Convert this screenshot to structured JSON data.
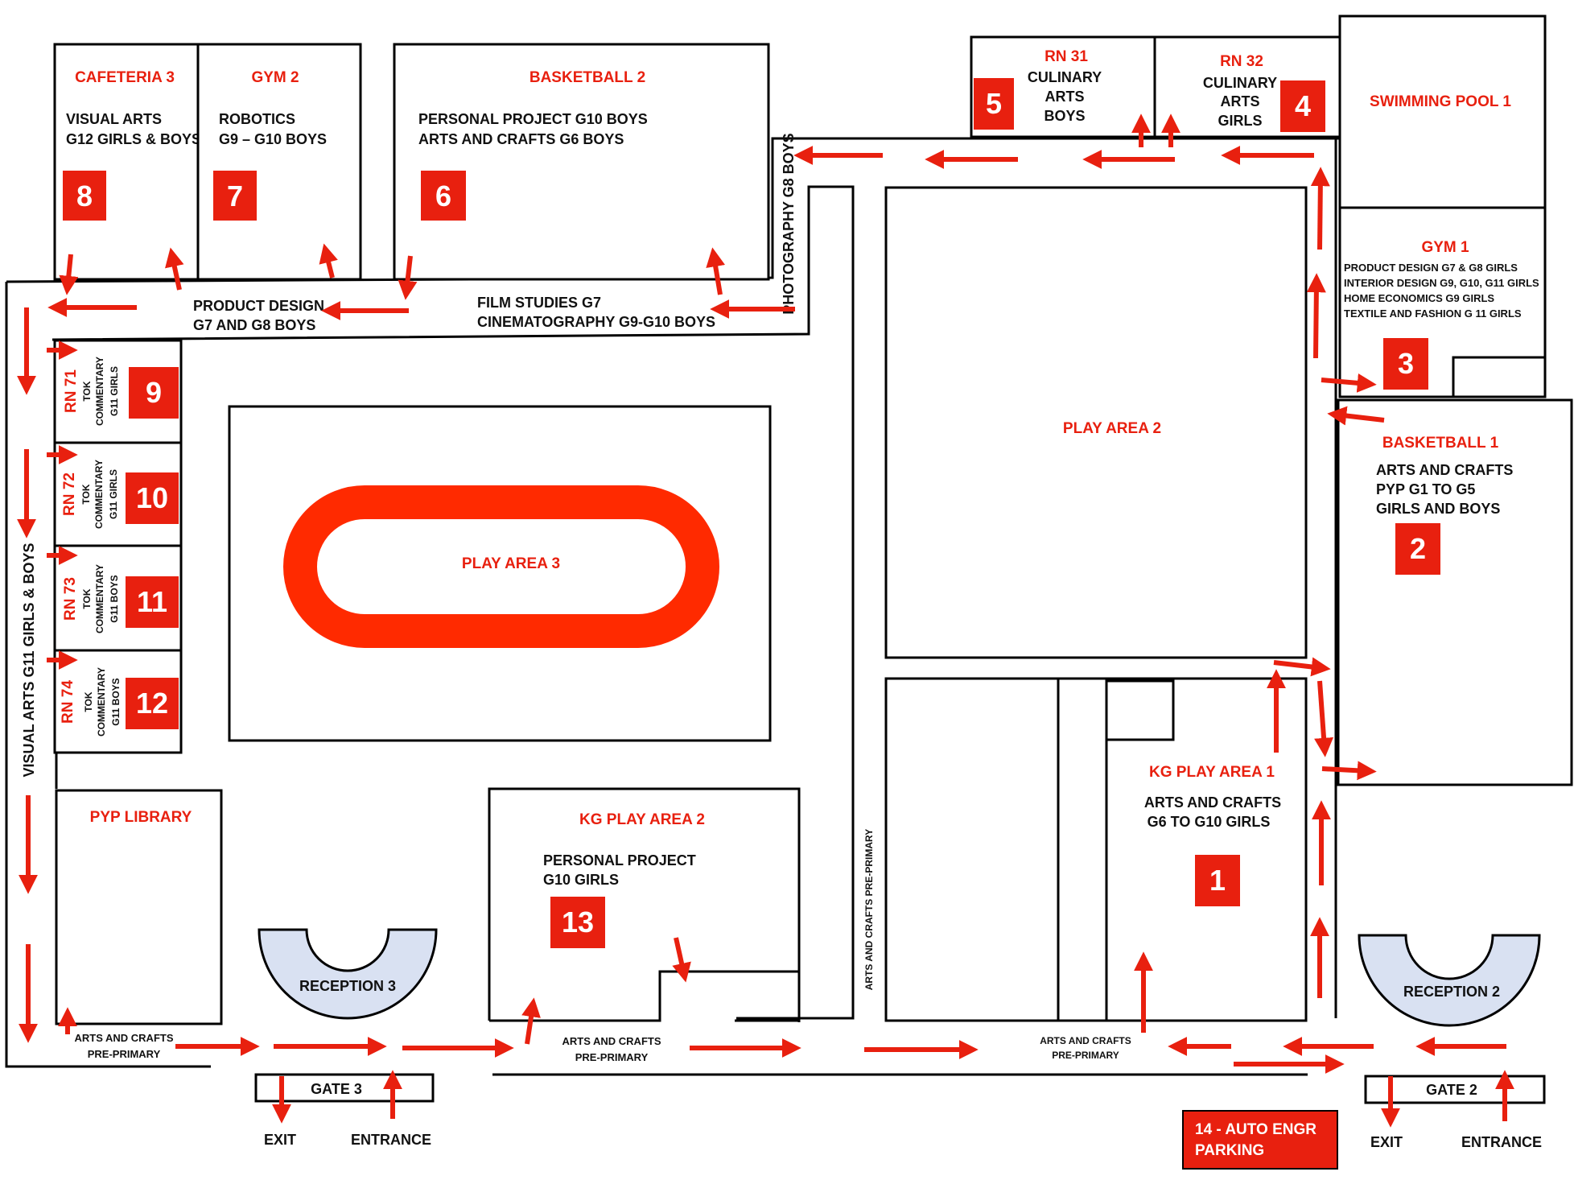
{
  "colors": {
    "accent": "#e8200f",
    "reception": "#d9e1f2",
    "walls": "#000000"
  },
  "rooms": {
    "cafeteria3": {
      "name": "CAFETERIA 3",
      "line1": "VISUAL ARTS",
      "line2": "G12 GIRLS & BOYS",
      "number": "8"
    },
    "gym2": {
      "name": "GYM 2",
      "line1": "ROBOTICS",
      "line2": "G9 – G10 BOYS",
      "number": "7"
    },
    "basketball2": {
      "name": "BASKETBALL 2",
      "line1": "PERSONAL PROJECT G10 BOYS",
      "line2": "ARTS AND CRAFTS G6 BOYS",
      "number": "6"
    },
    "rn31": {
      "name": "RN 31",
      "line1": "CULINARY",
      "line2": "ARTS",
      "line3": "BOYS",
      "number": "5"
    },
    "rn32": {
      "name": "RN 32",
      "line1": "CULINARY",
      "line2": "ARTS",
      "line3": "GIRLS",
      "number": "4"
    },
    "pool1": {
      "name": "SWIMMING POOL 1"
    },
    "gym1": {
      "name": "GYM 1",
      "line1": "PRODUCT DESIGN G7 & G8 GIRLS",
      "line2": "INTERIOR DESIGN G9, G10, G11 GIRLS",
      "line3": "HOME ECONOMICS G9 GIRLS",
      "line4": "TEXTILE AND FASHION G 11 GIRLS",
      "number": "3"
    },
    "basketball1": {
      "name": "BASKETBALL 1",
      "line1": "ARTS AND CRAFTS",
      "line2": "PYP G1 TO G5",
      "line3": "GIRLS AND BOYS",
      "number": "2"
    },
    "kg1": {
      "name": "KG PLAY AREA 1",
      "line1": "ARTS AND CRAFTS",
      "line2": "G6 TO G10 GIRLS",
      "number": "1"
    },
    "kg2": {
      "name": "KG PLAY AREA 2",
      "line1": "PERSONAL PROJECT",
      "line2": "G10 GIRLS",
      "number": "13"
    },
    "play2": {
      "name": "PLAY AREA 2"
    },
    "play3": {
      "name": "PLAY AREA 3"
    },
    "pyp": {
      "name": "PYP LIBRARY"
    },
    "rn71": {
      "name": "RN 71",
      "line1": "TOK",
      "line2": "COMMENTARY",
      "line3": "G11 GIRLS",
      "number": "9"
    },
    "rn72": {
      "name": "RN 72",
      "line1": "TOK",
      "line2": "COMMENTARY",
      "line3": "G11 GIRLS",
      "number": "10"
    },
    "rn73": {
      "name": "RN 73",
      "line1": "TOK",
      "line2": "COMMENTARY",
      "line3": "G11 BOYS",
      "number": "11"
    },
    "rn74": {
      "name": "RN 74",
      "line1": "TOK",
      "line2": "COMMENTARY",
      "line3": "G11 BOYS",
      "number": "12"
    }
  },
  "corridors": {
    "product_design": {
      "line1": "PRODUCT DESIGN",
      "line2": "G7 AND G8 BOYS"
    },
    "film": {
      "line1": "FILM STUDIES G7",
      "line2": "CINEMATOGRAPHY G9-G10 BOYS"
    },
    "photography": "PHOTOGRAPHY G8 BOYS",
    "visual_arts_g11": "VISUAL ARTS G11 GIRLS & BOYS",
    "arts_crafts_pp_vertical": "ARTS AND CRAFTS PRE-PRIMARY",
    "bottom_left": {
      "line1": "ARTS AND CRAFTS",
      "line2": "PRE-PRIMARY"
    },
    "bottom_mid": {
      "line1": "ARTS AND CRAFTS",
      "line2": "PRE-PRIMARY"
    },
    "bottom_right": {
      "line1": "ARTS AND CRAFTS",
      "line2": "PRE-PRIMARY"
    }
  },
  "receptions": {
    "r3": "RECEPTION 3",
    "r2": "RECEPTION 2"
  },
  "gates": {
    "g3": {
      "name": "GATE 3",
      "exit": "EXIT",
      "entrance": "ENTRANCE"
    },
    "g2": {
      "name": "GATE 2",
      "exit": "EXIT",
      "entrance": "ENTRANCE"
    }
  },
  "parking": {
    "line1": "14 - AUTO ENGR",
    "line2": "PARKING"
  }
}
